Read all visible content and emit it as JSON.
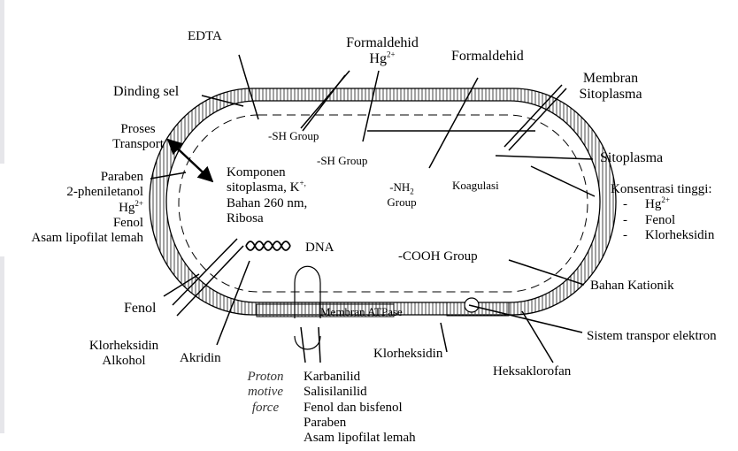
{
  "labels": {
    "edta": "EDTA",
    "formaldehid_hg_1": "Formaldehid",
    "hg_1": "Hg",
    "hg_1_sup": "2+",
    "formaldehid_2": "Formaldehid",
    "membran_sitoplasma_1": "Membran",
    "membran_sitoplasma_2": "Sitoplasma",
    "dinding_sel": "Dinding sel",
    "proses_transport_1": "Proses",
    "proses_transport_2": "Transport",
    "sh_group_1": "-SH Group",
    "sh_group_2": "-SH Group",
    "sitoplasma": "Sitoplasma",
    "paraben_left": "Paraben",
    "pheniletanol": "2-pheniletanol",
    "hg_left": "Hg",
    "hg_left_sup": "2+",
    "fenol_left": "Fenol",
    "asam_lipofilat_left": "Asam lipofilat lemah",
    "komponen_1": "Komponen",
    "komponen_2": "sitoplasma, K",
    "komponen_2_sup": "+,",
    "komponen_3": "Bahan 260 nm,",
    "komponen_4": "Ribosa",
    "nh2_1": "-NH",
    "nh2_sub": "2",
    "nh2_2": "Group",
    "koagulasi": "Koagulasi",
    "konsentrasi_title": "Konsentrasi tinggi:",
    "konsentrasi_items": [
      "Hg",
      "Fenol",
      "Klorheksidin"
    ],
    "konsentrasi_hg_sup": "2+",
    "dash": "-",
    "dna": "DNA",
    "cooh_group": "-COOH Group",
    "fenol_bottom": "Fenol",
    "bahan_kationik": "Bahan Kationik",
    "membran_atpase": "Membran ATPase",
    "sistem_transpor": "Sistem transpor elektron",
    "klorheksidin_alkohol_1": "Klorheksidin",
    "klorheksidin_alkohol_2": "Alkohol",
    "akridin": "Akridin",
    "klorheksidin_bottom": "Klorheksidin",
    "heksaklorofan": "Heksaklorofan",
    "proton_1": "Proton",
    "proton_2": "motive",
    "proton_3": "force",
    "bottom_list": [
      "Karbanilid",
      "Salisilanilid",
      "Fenol dan bisfenol",
      "Paraben",
      "Asam lipofilat lemah"
    ]
  },
  "colors": {
    "text": "#000000",
    "italic_text": "#333333",
    "accent_bar": "#e6e6ea",
    "hatch": "#444444"
  }
}
